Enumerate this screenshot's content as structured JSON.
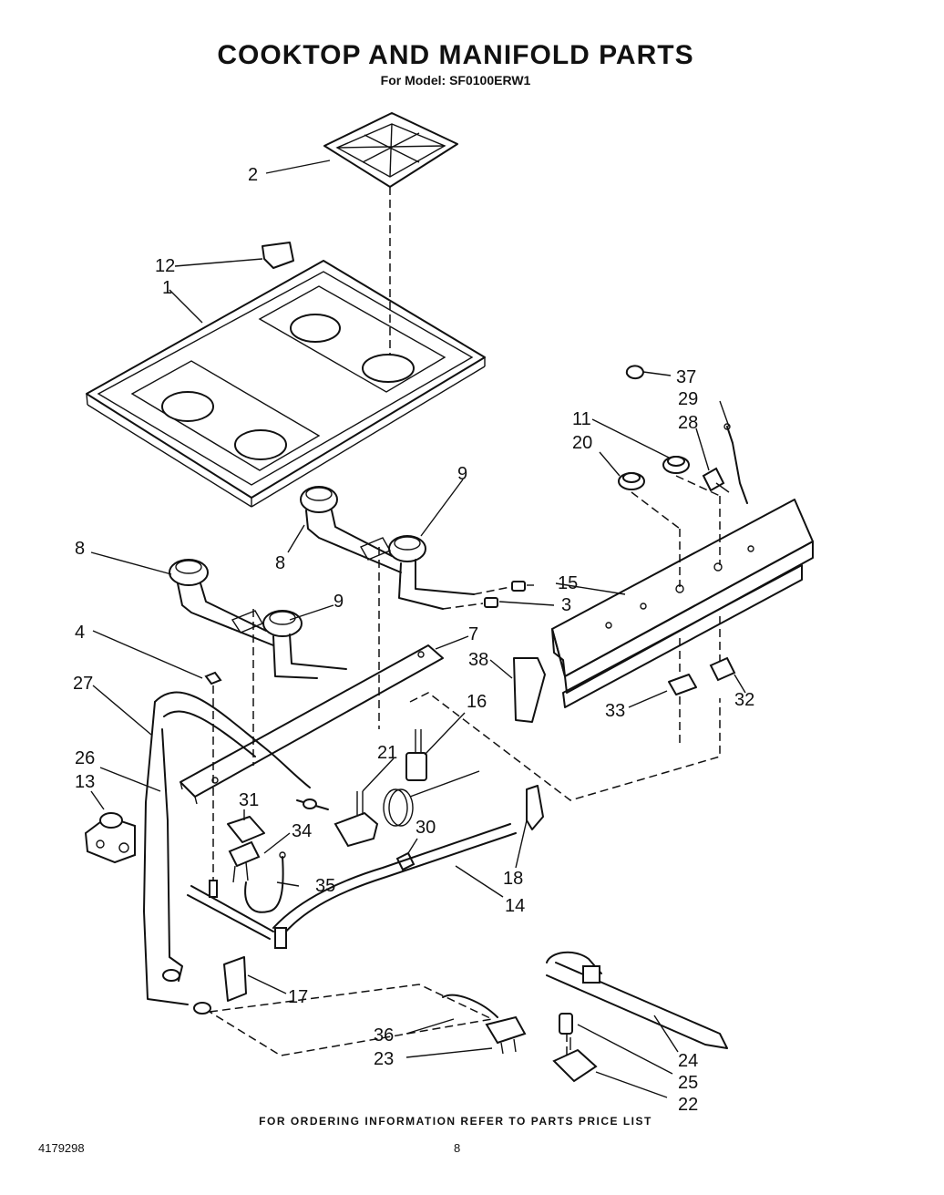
{
  "header": {
    "title": "COOKTOP AND MANIFOLD PARTS",
    "model": "For Model: SF0100ERW1"
  },
  "footer": {
    "ordering_note": "FOR ORDERING INFORMATION REFER TO PARTS PRICE LIST",
    "doc_number": "4179298",
    "page_number": "8"
  },
  "callouts": {
    "c1": "1",
    "c2": "2",
    "c3": "3",
    "c4": "4",
    "c7": "7",
    "c8a": "8",
    "c8b": "8",
    "c9a": "9",
    "c9b": "9",
    "c11": "11",
    "c12": "12",
    "c13": "13",
    "c14": "14",
    "c15": "15",
    "c16": "16",
    "c17": "17",
    "c18": "18",
    "c20": "20",
    "c21": "21",
    "c22": "22",
    "c23": "23",
    "c24": "24",
    "c25": "25",
    "c26": "26",
    "c27": "27",
    "c28": "28",
    "c29": "29",
    "c30": "30",
    "c31": "31",
    "c32": "32",
    "c33": "33",
    "c34": "34",
    "c35": "35",
    "c36": "36",
    "c37": "37",
    "c38": "38"
  }
}
